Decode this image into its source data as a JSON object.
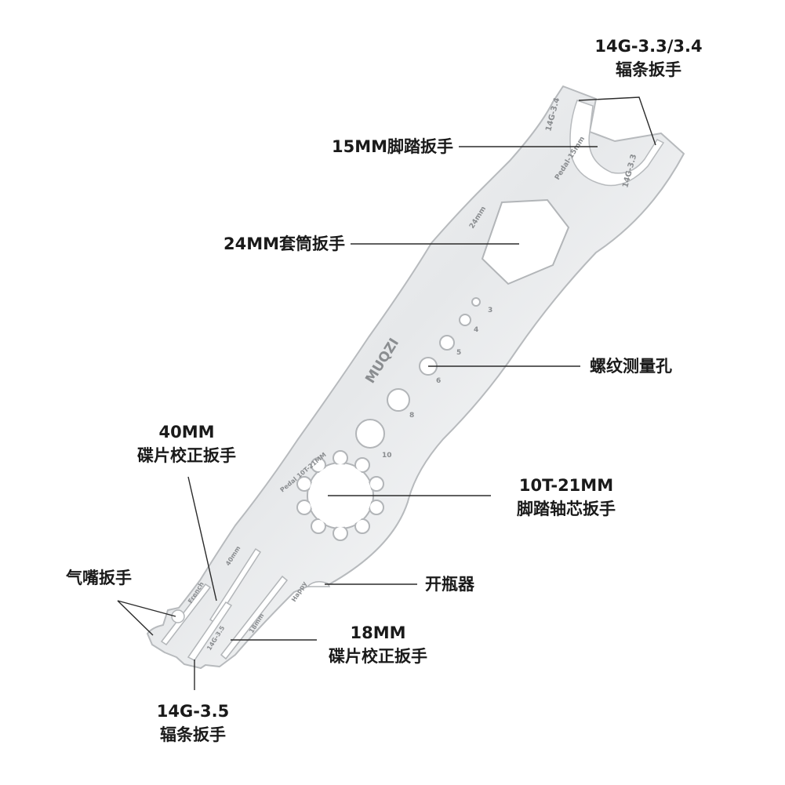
{
  "tool": {
    "brand": "MUQZI",
    "engravings": {
      "spoke_top_a": "14G-3.4",
      "spoke_top_b": "14G-3.3",
      "pedal_15": "Pedal-15mm",
      "hex_24": "24mm",
      "hole_3": "3",
      "hole_4": "4",
      "hole_5": "5",
      "hole_6": "6",
      "hole_8": "8",
      "hole_10": "10",
      "pedal_axle": "Pedal 10T-21MM",
      "disc_40": "40mm",
      "french": "French",
      "spoke_35": "14G-3.5",
      "disc_18": "18mm",
      "happy": "Happy"
    }
  },
  "callouts": {
    "spoke_33_34": {
      "line1": "14G-3.3/3.4",
      "line2": "辐条扳手"
    },
    "pedal_15mm": {
      "line1": "15MM脚踏扳手"
    },
    "socket_24mm": {
      "line1": "24MM套筒扳手"
    },
    "thread_holes": {
      "line1": "螺纹测量孔"
    },
    "disc_40mm": {
      "line1": "40MM",
      "line2": "碟片校正扳手"
    },
    "pedal_axle": {
      "line1": "10T-21MM",
      "line2": "脚踏轴芯扳手"
    },
    "valve_wrench": {
      "line1": "气嘴扳手"
    },
    "bottle_opener": {
      "line1": "开瓶器"
    },
    "disc_18mm": {
      "line1": "18MM",
      "line2": "碟片校正扳手"
    },
    "spoke_35": {
      "line1": "14G-3.5",
      "line2": "辐条扳手"
    }
  },
  "colors": {
    "steel_light": "#f1f2f3",
    "steel_mid": "#d9dbdd",
    "steel_edge": "#b9bcbf",
    "text": "#1a1a1a"
  }
}
